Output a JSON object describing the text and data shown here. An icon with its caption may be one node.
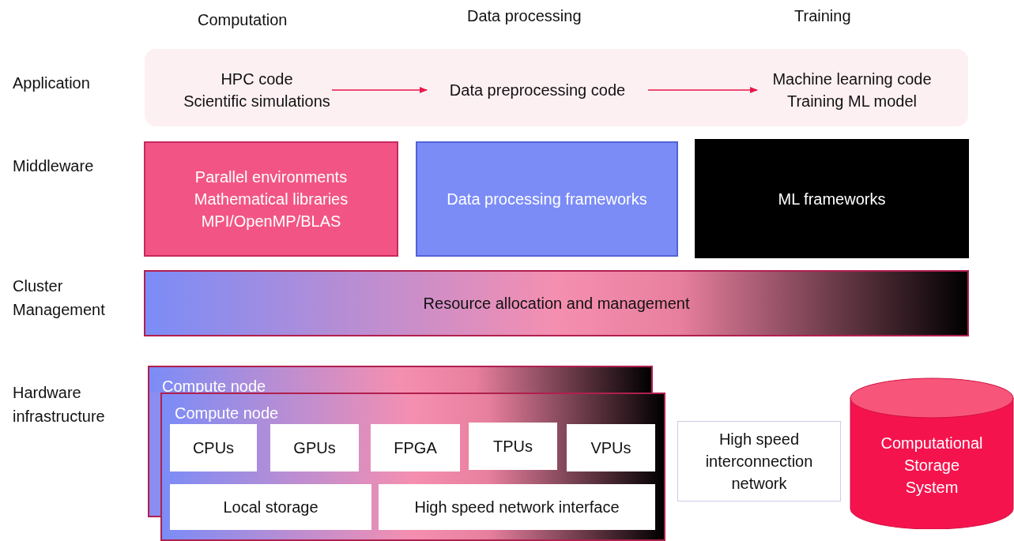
{
  "diagram": {
    "nodes": [
      {
        "text": [],
        "shape": "box"
      },
      {
        "text": [
          "HPC code",
          "Scientific simulations"
        ],
        "in": 0
      },
      {
        "text": [
          "Data preprocessing code"
        ],
        "in": 0
      },
      {
        "text": [
          "Machine learning code",
          "Training ML model"
        ],
        "in": 0
      },
      {
        "text": [
          "Parallel environments",
          "Mathematical libraries",
          "MPI/OpenMP/BLAS"
        ]
      },
      {
        "text": [
          "Data processing frameworks"
        ]
      },
      {
        "text": [
          "ML frameworks"
        ]
      },
      {
        "text": [
          "Resource allocation and management"
        ]
      },
      {
        "text": [
          "Compute node"
        ]
      },
      {
        "text": [
          "Compute node"
        ]
      },
      {
        "text": [
          "CPUs"
        ],
        "in": 9
      },
      {
        "text": [
          "GPUs"
        ],
        "in": 9
      },
      {
        "text": [
          "FPGA"
        ],
        "in": 9
      },
      {
        "text": [
          "TPUs"
        ],
        "in": 9
      },
      {
        "text": [
          "VPUs"
        ],
        "in": 9
      },
      {
        "text": [
          "Local storage"
        ],
        "in": 9
      },
      {
        "text": [
          "High speed network interface"
        ],
        "in": 9
      },
      {
        "text": [
          "High speed interconnection network"
        ]
      },
      {
        "text": [
          "Computational Storage System"
        ]
      }
    ],
    "edges": [
      {
        "from": 1,
        "to": 2,
        "arrow": "to"
      },
      {
        "from": 2,
        "to": 3,
        "arrow": "to"
      }
    ],
    "labels": [
      "Computation",
      "Data processing",
      "Training",
      "Application",
      "Middleware",
      "Cluster Management",
      "Hardware infrastructure"
    ]
  }
}
